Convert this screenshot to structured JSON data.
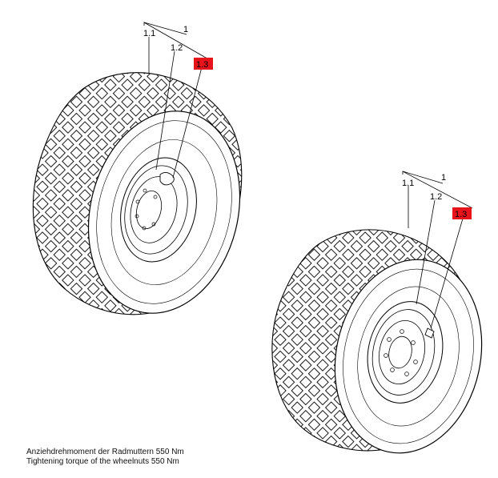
{
  "colors": {
    "highlight": "#e8141b",
    "line": "#000000",
    "background": "#ffffff"
  },
  "wheel_a": {
    "label_group": "1",
    "label_tire": "1.1",
    "label_rim": "1.2",
    "label_valve": "1.3"
  },
  "wheel_b": {
    "label_group": "1",
    "label_tire": "1.1",
    "label_rim": "1.2",
    "label_valve": "1.3"
  },
  "notes": {
    "german": "Anziehdrehmoment der Radmuttern 550 Nm",
    "english": "Tightening torque of the wheelnuts 550 Nm"
  }
}
